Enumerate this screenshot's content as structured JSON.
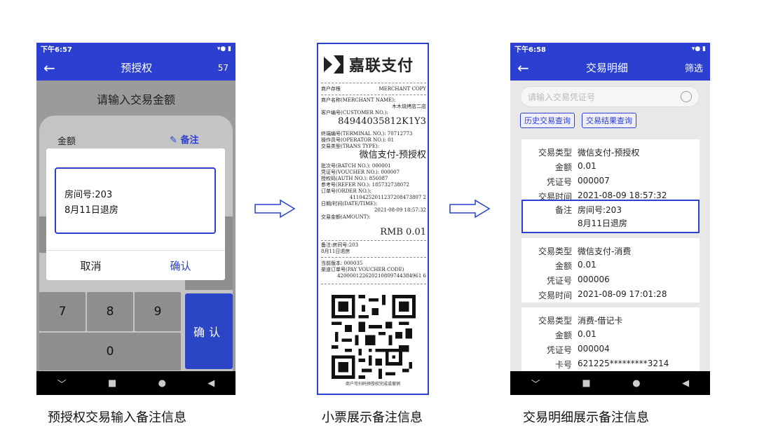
{
  "phone1": {
    "status_time": "下午6:57",
    "title": "预授权",
    "title_right": "57",
    "prompt": "请输入交易金额",
    "amount_label": "金额",
    "memo_label": "备注",
    "dialog_line1": "房间号:203",
    "dialog_line2": "8月11日退房",
    "cancel": "取消",
    "confirm": "确认",
    "keys": {
      "k7": "7",
      "k8": "8",
      "k9": "9",
      "k0": "0"
    },
    "ok_key": "确认",
    "caption": "预授权交易输入备注信息"
  },
  "receipt": {
    "brand": "嘉联支付",
    "merchant_copy_l": "商户存根",
    "merchant_copy_r": "MERCHANT COPY",
    "merchant_name_l": "商户名称(MERCHANT NAME):",
    "merchant_name_v": "木木烧烤店二店",
    "customer_no_l": "客户编号(CUSTOMER NO.):",
    "customer_no_v": "84944035812K1Y3",
    "terminal_l": "终端编号(TERMINAL NO.): 70712773",
    "operator_l": "操作员号(OPERATOR NO.):        01",
    "trans_type_l": "交易类型(TRANS TYPE):",
    "trans_type_v": "微信支付-预授权",
    "batch_l": "批次号(BATCH NO.):        000001",
    "voucher_l": "凭证号(VOUCHER NO.):      000007",
    "auth_l": "授权码(AUTH NO.):         856087",
    "refer_l": "参考号(REFER NO.):  185732738072",
    "order_l": "订单号(ORDER NO.):",
    "order_v": "41104252011237208473807 2",
    "datetime_l": "日期/时间(DATE/TIME):",
    "datetime_v": "2021-08-09 18:57:32",
    "amount_l": "交易金额(AMOUNT):",
    "amount_v": "RMB 0.01",
    "memo1": "备注:房间号:203",
    "memo2": "8月11日退房",
    "version_l": "当前版本:                000035",
    "channel_l": "渠道订单号(PAY VOUCHER CODE)",
    "channel_v": "420000122620210809744384961 6",
    "qr_caption": "商户可扫码预授权完成或撤销",
    "caption": "小票展示备注信息"
  },
  "phone3": {
    "status_time": "下午6:58",
    "title": "交易明细",
    "filter": "筛选",
    "search_placeholder": "请输入交易凭证号",
    "chip1": "历史交易查询",
    "chip2": "交易结果查询",
    "k_type": "交易类型",
    "k_amount": "金额",
    "k_voucher": "凭证号",
    "k_time": "交易时间",
    "k_memo": "备注",
    "k_card": "卡号",
    "t1": {
      "type": "微信支付-预授权",
      "amount": "0.01",
      "voucher": "000007",
      "time": "2021-08-09 18:57:32",
      "memo1": "房间号:203",
      "memo2": "8月11日退房"
    },
    "t2": {
      "type": "微信支付-消费",
      "amount": "0.01",
      "voucher": "000006",
      "time": "2021-08-09 17:01:28"
    },
    "t3": {
      "type": "消费-借记卡",
      "amount": "0.01",
      "voucher": "000004",
      "card": "621225*********3214"
    },
    "caption": "交易明细展示备注信息"
  }
}
